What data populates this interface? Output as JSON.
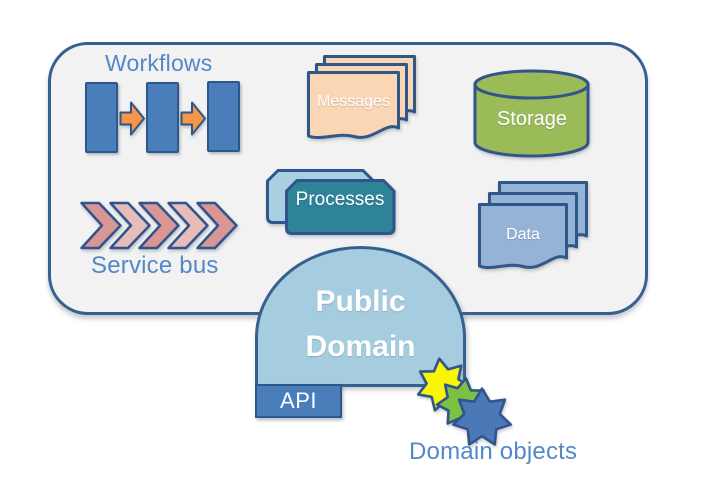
{
  "colors": {
    "border": "#31548C",
    "outline": "#35608F",
    "text-blue": "#5288C7",
    "shape-blue": "#4A7EBB",
    "orange": "#F79646",
    "peach": "#FBD6B5",
    "green": "#9BBB59",
    "teal": "#2E8399",
    "light-blue": "#A6CDDF",
    "process-back": "#A9D0E0",
    "pink-dark": "#D99694",
    "pink-light": "#E7BDBC",
    "data-blue": "#95B3D7",
    "star-yellow": "#F9F603",
    "star-green": "#7DC142",
    "star-blue": "#4B79B7",
    "panel-fill": "#F2F2F2"
  },
  "diagram": {
    "workflows": {
      "label": "Workflows"
    },
    "messages": {
      "label": "Messages"
    },
    "storage": {
      "label": "Storage"
    },
    "processes": {
      "label": "Processes"
    },
    "data": {
      "label": "Data"
    },
    "service_bus": {
      "label": "Service bus"
    },
    "public_domain": {
      "line1": "Public",
      "line2": "Domain"
    },
    "api": {
      "label": "API"
    },
    "domain_objects": {
      "label": "Domain objects"
    }
  }
}
